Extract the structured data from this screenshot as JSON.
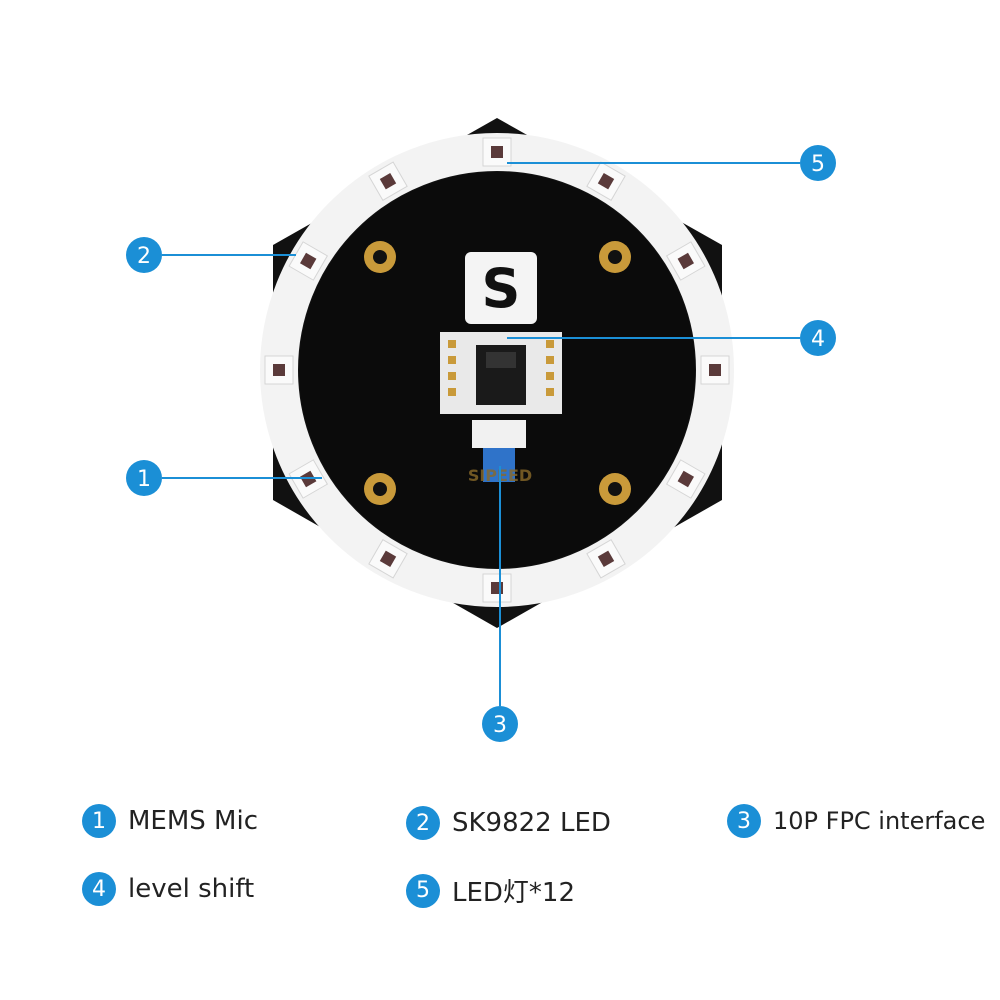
{
  "colors": {
    "callout": "#1b8fd6",
    "board": "#111111",
    "ring": "#f2f2f2",
    "pad": "#c99a3a"
  },
  "board": {
    "silkscreen_text": "SIPEED",
    "logo_letter": "S"
  },
  "callouts": [
    {
      "num": "1"
    },
    {
      "num": "2"
    },
    {
      "num": "3"
    },
    {
      "num": "4"
    },
    {
      "num": "5"
    }
  ],
  "legend": [
    {
      "num": "1",
      "label": "MEMS Mic"
    },
    {
      "num": "2",
      "label": "SK9822 LED"
    },
    {
      "num": "3",
      "label": "10P FPC interface"
    },
    {
      "num": "4",
      "label": "level shift"
    },
    {
      "num": "5",
      "label": "LED灯*12"
    }
  ]
}
